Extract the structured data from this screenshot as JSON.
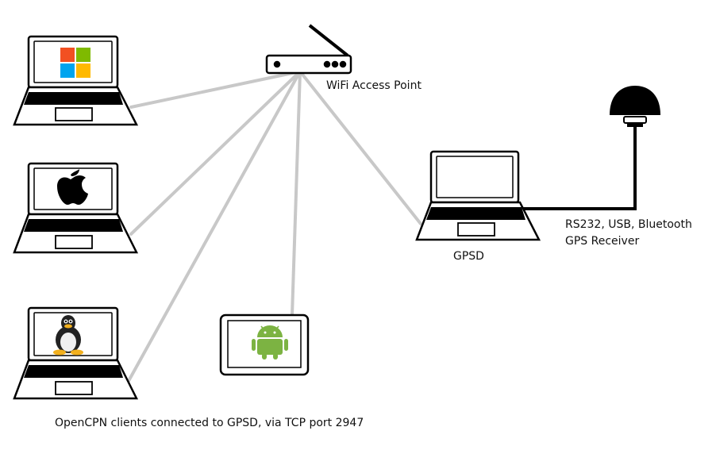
{
  "labels": {
    "access_point": "WiFi Access Point",
    "gpsd": "GPSD",
    "connection_line1": "RS232, USB, Bluetooth",
    "connection_line2": "GPS Receiver",
    "caption": "OpenCPN clients connected to GPSD, via TCP port 2947"
  },
  "nodes": {
    "windows_laptop": {
      "icon": "windows-logo-icon"
    },
    "mac_laptop": {
      "icon": "apple-logo-icon"
    },
    "linux_laptop": {
      "icon": "tux-penguin-icon"
    },
    "android_tablet": {
      "icon": "android-robot-icon"
    },
    "gpsd_laptop": {
      "icon": "laptop-icon"
    },
    "gps_receiver": {
      "icon": "gps-antenna-icon"
    },
    "router": {
      "icon": "wifi-router-icon"
    }
  },
  "colors": {
    "wifi_link": "#c8c8c8",
    "wired_link": "#000000",
    "device_stroke": "#000000",
    "windows_red": "#f25022",
    "windows_green": "#7fba00",
    "windows_blue": "#00a4ef",
    "windows_yellow": "#ffb900",
    "android_green": "#7cb342"
  }
}
